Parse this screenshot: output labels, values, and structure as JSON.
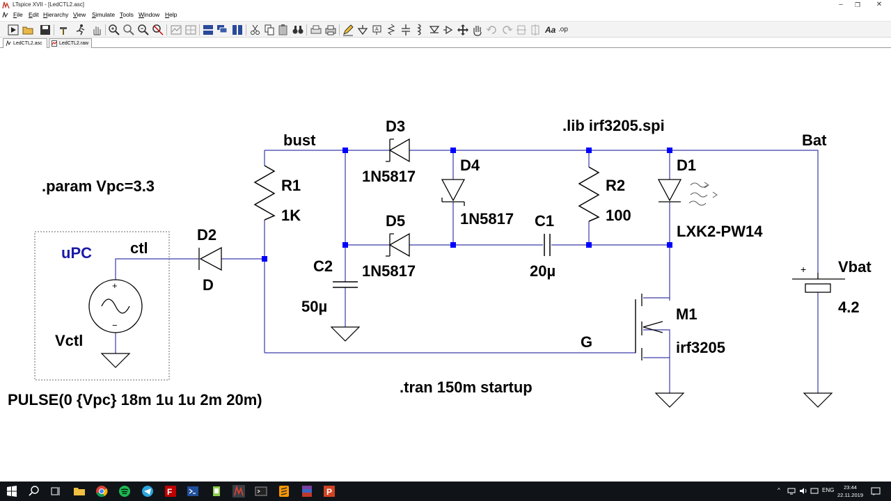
{
  "window": {
    "title": "LTspice XVII - [LedCTL2.asc]",
    "controls": {
      "minimize": "–",
      "maximize": "❐",
      "close": "✕"
    }
  },
  "menu": [
    "File",
    "Edit",
    "Hierarchy",
    "View",
    "Simulate",
    "Tools",
    "Window",
    "Help"
  ],
  "toolbar": {
    "buttons": [
      "run",
      "open",
      "save",
      "control-panel",
      "halt",
      "pan",
      "zoom-in",
      "zoom-area",
      "zoom-out",
      "zoom-fit",
      "autorange",
      "tile-horizontal",
      "cascade",
      "tile-vertical",
      "cut",
      "copy",
      "paste",
      "find",
      "print-preview",
      "print",
      "draw-wire",
      "ground",
      "label-net",
      "resistor",
      "capacitor",
      "inductor",
      "diode",
      "component",
      "move",
      "drag",
      "undo",
      "redo",
      "rotate",
      "mirror",
      "text",
      "spice-directive"
    ],
    "text_label": "Aa",
    "op_label": ".op"
  },
  "tabs": [
    {
      "label": "LedCTL2.asc",
      "active": true
    },
    {
      "label": "LedCTL2.raw",
      "active": false
    }
  ],
  "schematic": {
    "directives": {
      "lib": ".lib irf3205.spi",
      "param": ".param Vpc=3.3",
      "tran": ".tran 150m startup",
      "pulse": "PULSE(0 {Vpc} 18m 1u 1u 2m 20m)"
    },
    "nets": {
      "bust": "bust",
      "bat": "Bat",
      "ctl": "ctl",
      "gate": "G"
    },
    "block_label": "uPC",
    "components": {
      "R1": {
        "name": "R1",
        "value": "1K"
      },
      "R2": {
        "name": "R2",
        "value": "100"
      },
      "C1": {
        "name": "C1",
        "value": "20µ"
      },
      "C2": {
        "name": "C2",
        "value": "50µ"
      },
      "D1": {
        "name": "D1",
        "value": "LXK2-PW14"
      },
      "D2": {
        "name": "D2",
        "value": "D"
      },
      "D3": {
        "name": "D3",
        "value": "1N5817"
      },
      "D4": {
        "name": "D4",
        "value": "1N5817"
      },
      "D5": {
        "name": "D5",
        "value": "1N5817"
      },
      "M1": {
        "name": "M1",
        "value": "irf3205"
      },
      "Vbat": {
        "name": "Vbat",
        "value": "4.2"
      },
      "Vctl": {
        "name": "Vctl"
      }
    },
    "symbols": {
      "plus": "+",
      "minus": "−"
    },
    "colors": {
      "wire": "#3a3aaa",
      "junction": "#0000ff",
      "block_label": "#1a1aa8",
      "text": "#000000"
    }
  },
  "taskbar": {
    "apps": [
      "start",
      "search",
      "task-view",
      "file-explorer",
      "chrome",
      "spotify",
      "telegram",
      "filezilla",
      "powershell",
      "notepad",
      "ltspice",
      "terminal",
      "sublime",
      "winrar",
      "powerpoint"
    ],
    "tray": {
      "up_arrow": "^",
      "language": "ENG"
    },
    "time": "23:44",
    "date": "22.11.2019"
  }
}
